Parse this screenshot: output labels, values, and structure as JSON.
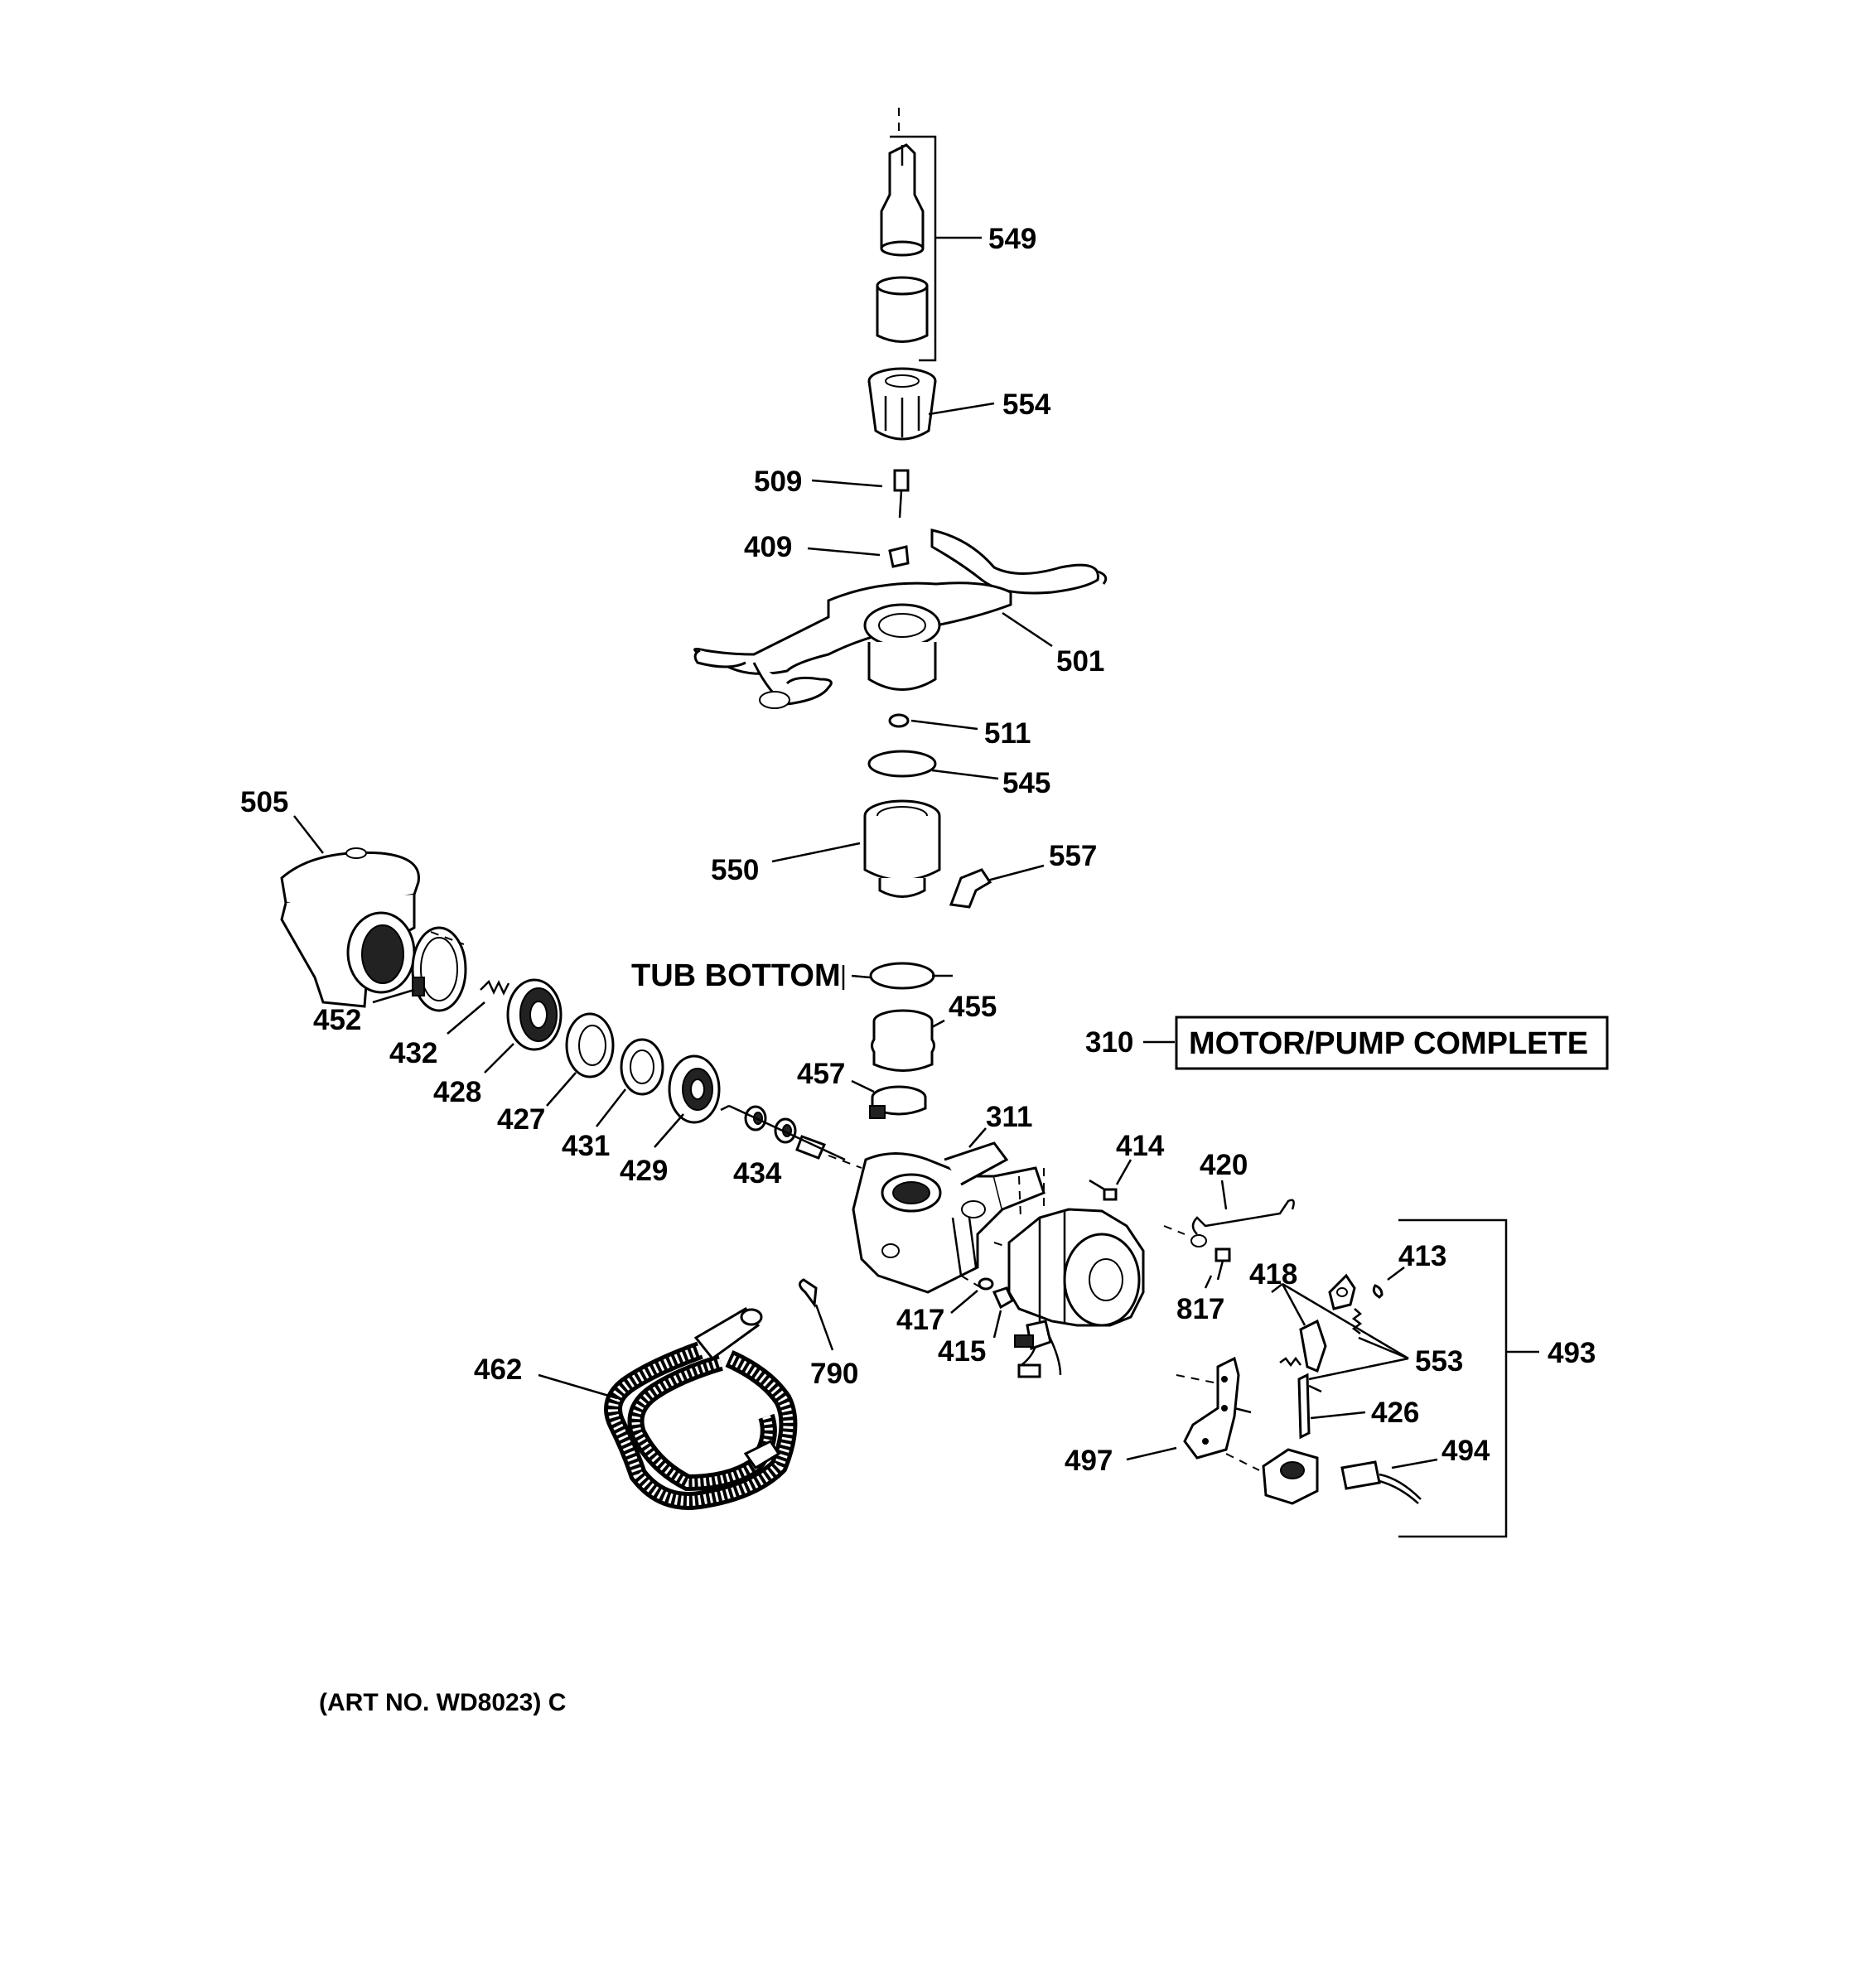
{
  "labels": {
    "p549": "549",
    "p554": "554",
    "p509": "509",
    "p409": "409",
    "p501": "501",
    "p511": "511",
    "p545": "545",
    "p505": "505",
    "p550": "550",
    "p557": "557",
    "p455": "455",
    "p457": "457",
    "p452": "452",
    "p432": "432",
    "p428": "428",
    "p427": "427",
    "p431": "431",
    "p429": "429",
    "p434": "434",
    "p311": "311",
    "p414": "414",
    "p420": "420",
    "p418": "418",
    "p413": "413",
    "p817": "817",
    "p417": "417",
    "p415": "415",
    "p790": "790",
    "p462": "462",
    "p553": "553",
    "p493": "493",
    "p426": "426",
    "p497": "497",
    "p494": "494",
    "p310": "310"
  },
  "tub_bottom": "TUB BOTTOM",
  "motor_pump_box": "MOTOR/PUMP COMPLETE",
  "art_no": "(ART NO. WD8023) C"
}
